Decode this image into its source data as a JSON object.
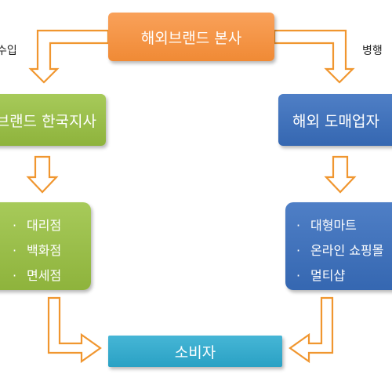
{
  "nodes": {
    "hq": "해외브랜드 본사",
    "korea_branch": "브랜드 한국지사",
    "overseas_wholesaler": "해외 도매업자",
    "consumer": "소비자"
  },
  "left_channels": [
    "대리점",
    "백화점",
    "면세점"
  ],
  "right_channels": [
    "대형마트",
    "온라인 쇼핑몰",
    "멀티샵"
  ],
  "edge_labels": {
    "left": "수입",
    "right": "병행"
  },
  "bullet": "·",
  "colors": {
    "hq": "#f39340",
    "green": "#9bbd4a",
    "blue": "#4272bb",
    "consumer": "#35aacc",
    "arrow_stroke": "#f0962f"
  }
}
